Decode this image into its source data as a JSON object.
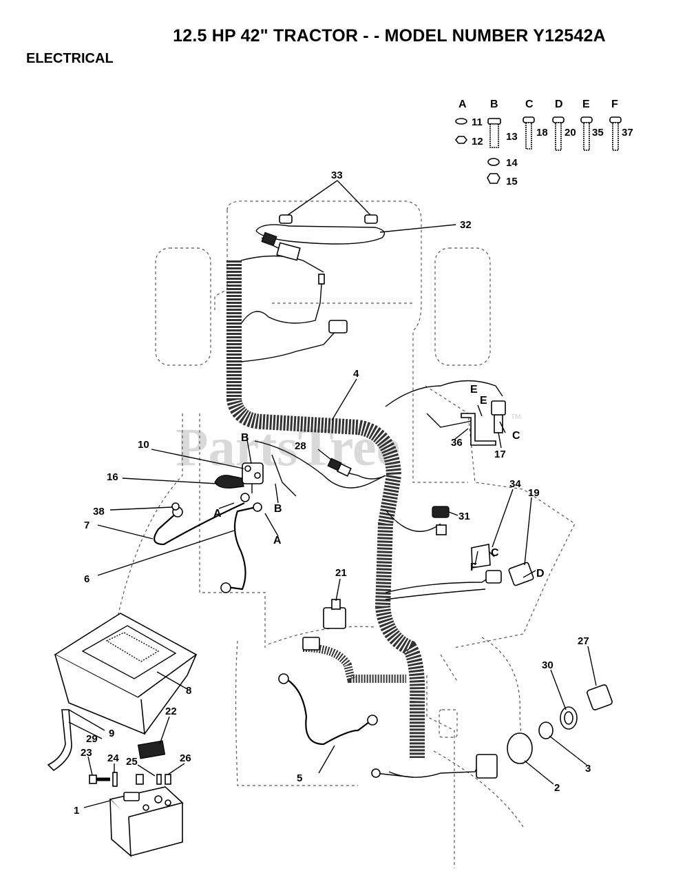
{
  "title": "12.5 HP 42\" TRACTOR - - MODEL NUMBER Y12542A",
  "section": "ELECTRICAL",
  "watermark": {
    "text": "PartsTree",
    "tm": "TM"
  },
  "hardware_headers": [
    "A",
    "B",
    "C",
    "D",
    "E",
    "F"
  ],
  "part_labels": {
    "p1": "1",
    "p2": "2",
    "p3": "3",
    "p4": "4",
    "p5": "5",
    "p6": "6",
    "p7": "7",
    "p8": "8",
    "p9": "9",
    "p10": "10",
    "p11": "11",
    "p12": "12",
    "p13": "13",
    "p14": "14",
    "p15": "15",
    "p16": "16",
    "p17": "17",
    "p18": "18",
    "p19": "19",
    "p20": "20",
    "p21": "21",
    "p22": "22",
    "p23": "23",
    "p24": "24",
    "p25": "25",
    "p26": "26",
    "p27": "27",
    "p28": "28",
    "p29": "29",
    "p30": "30",
    "p31": "31",
    "p32": "32",
    "p33": "33",
    "p34": "34",
    "p35": "35",
    "p36": "36",
    "p37": "37",
    "p38": "38"
  },
  "callout_letters": {
    "a1": "A",
    "a2": "A",
    "b1": "B",
    "b2": "B",
    "c1": "C",
    "c2": "C",
    "d1": "D",
    "e1": "E",
    "e2": "E",
    "f1": "F"
  }
}
